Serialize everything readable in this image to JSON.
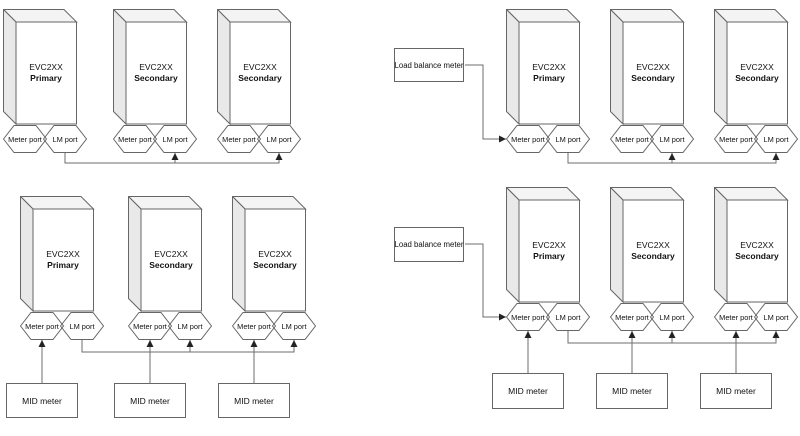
{
  "diagram": {
    "quadrants": [
      {
        "position": "top-left",
        "units": [
          {
            "model": "EVC2XX",
            "role": "Primary",
            "meter_port": "Meter port",
            "lm_port": "LM port"
          },
          {
            "model": "EVC2XX",
            "role": "Secondary",
            "meter_port": "Meter port",
            "lm_port": "LM port"
          },
          {
            "model": "EVC2XX",
            "role": "Secondary",
            "meter_port": "Meter port",
            "lm_port": "LM port"
          }
        ]
      },
      {
        "position": "top-right",
        "load_balance_meter": "Load balance meter",
        "units": [
          {
            "model": "EVC2XX",
            "role": "Primary",
            "meter_port": "Meter port",
            "lm_port": "LM port"
          },
          {
            "model": "EVC2XX",
            "role": "Secondary",
            "meter_port": "Meter port",
            "lm_port": "LM port"
          },
          {
            "model": "EVC2XX",
            "role": "Secondary",
            "meter_port": "Meter port",
            "lm_port": "LM port"
          }
        ]
      },
      {
        "position": "bottom-left",
        "units": [
          {
            "model": "EVC2XX",
            "role": "Primary",
            "meter_port": "Meter port",
            "lm_port": "LM port"
          },
          {
            "model": "EVC2XX",
            "role": "Secondary",
            "meter_port": "Meter port",
            "lm_port": "LM port"
          },
          {
            "model": "EVC2XX",
            "role": "Secondary",
            "meter_port": "Meter port",
            "lm_port": "LM port"
          }
        ],
        "mid_meters": [
          "MID meter",
          "MID meter",
          "MID meter"
        ]
      },
      {
        "position": "bottom-right",
        "load_balance_meter": "Load balance meter",
        "units": [
          {
            "model": "EVC2XX",
            "role": "Primary",
            "meter_port": "Meter port",
            "lm_port": "LM port"
          },
          {
            "model": "EVC2XX",
            "role": "Secondary",
            "meter_port": "Meter port",
            "lm_port": "LM port"
          },
          {
            "model": "EVC2XX",
            "role": "Secondary",
            "meter_port": "Meter port",
            "lm_port": "LM port"
          }
        ],
        "mid_meters": [
          "MID meter",
          "MID meter",
          "MID meter"
        ]
      }
    ],
    "colors": {
      "line": "#6e6e6e",
      "shape_border": "#666666",
      "cube_top": "#f4f4f4",
      "cube_side": "#e9e9e9",
      "shape_fill": "#ffffff",
      "arrow": "#222222",
      "text": "#111111"
    }
  }
}
